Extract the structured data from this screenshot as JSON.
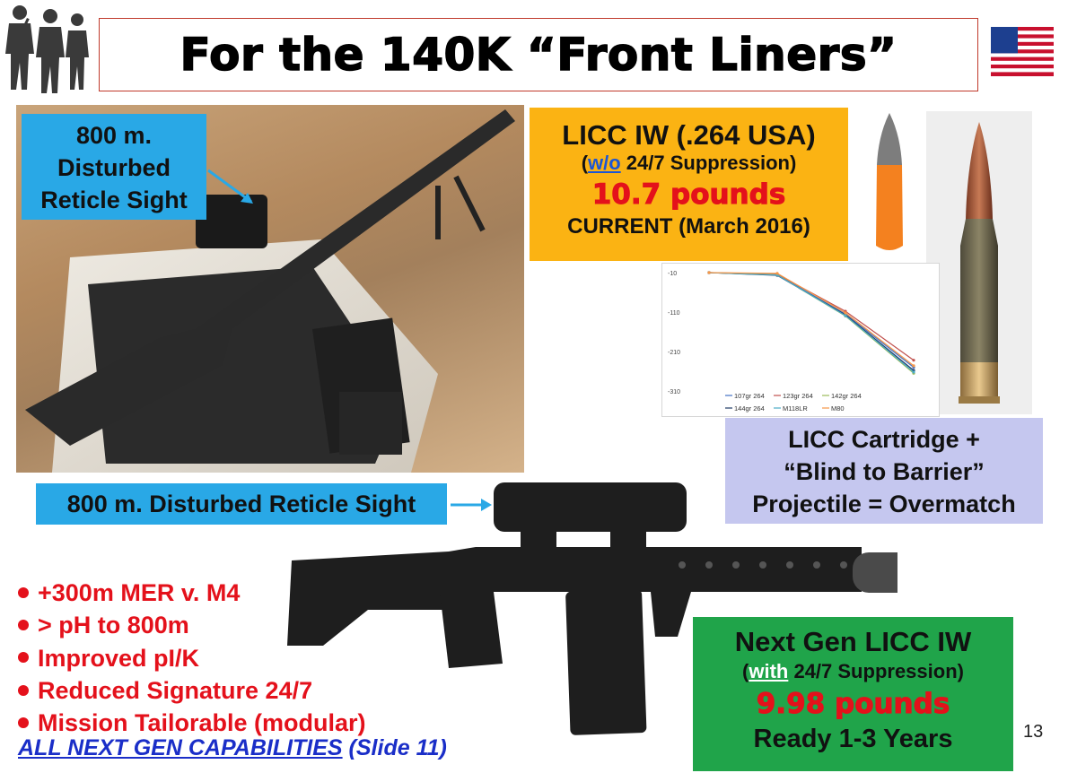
{
  "title": "For the 140K “Front Liners”",
  "callout_reticle_top": [
    "800 m.",
    "Disturbed",
    "Reticle Sight"
  ],
  "callout_reticle_bottom": "800 m. Disturbed Reticle Sight",
  "licc_current": {
    "heading": "LICC IW (.264 USA)",
    "suppression_prefix": "(",
    "suppression_link": "w/o",
    "suppression_suffix": " 24/7 Suppression)",
    "weight": "10.7 pounds",
    "status": "CURRENT (March 2016)"
  },
  "chart_data": {
    "type": "line",
    "yticks": [
      "-10",
      "-110",
      "-210",
      "-310"
    ],
    "ylim": [
      -310,
      -10
    ],
    "x": [
      1,
      2,
      3,
      4
    ],
    "series": [
      {
        "name": "107gr 264",
        "color": "#4472c4",
        "values": [
          -10,
          -15,
          -115,
          -250
        ]
      },
      {
        "name": "123gr 264",
        "color": "#c0504d",
        "values": [
          -10,
          -14,
          -108,
          -232
        ]
      },
      {
        "name": "142gr 264",
        "color": "#9bbb59",
        "values": [
          -10,
          -16,
          -120,
          -265
        ]
      },
      {
        "name": "144gr 264",
        "color": "#1f3864",
        "values": [
          -10,
          -17,
          -117,
          -258
        ]
      },
      {
        "name": "M118LR",
        "color": "#4bacc6",
        "values": [
          -10,
          -16,
          -119,
          -262
        ]
      },
      {
        "name": "M80",
        "color": "#f79646",
        "values": [
          -10,
          -12,
          -112,
          -246
        ]
      }
    ]
  },
  "cartridge_box": [
    "LICC Cartridge +",
    "“Blind to Barrier”",
    "Projectile = Overmatch"
  ],
  "bullets": [
    "+300m MER v. M4",
    "> pH to 800m",
    "Improved pI/K",
    "Reduced Signature 24/7",
    "Mission Tailorable (modular)"
  ],
  "all_next_gen": {
    "link": "ALL NEXT GEN CAPABILITIES",
    "suffix": " (Slide 11)"
  },
  "next_gen": {
    "heading": "Next Gen LICC IW",
    "suppression_prefix": "(",
    "suppression_link": "with",
    "suppression_suffix": " 24/7 Suppression)",
    "weight": "9.98 pounds",
    "status": "Ready 1-3 Years"
  },
  "page_number": "13"
}
